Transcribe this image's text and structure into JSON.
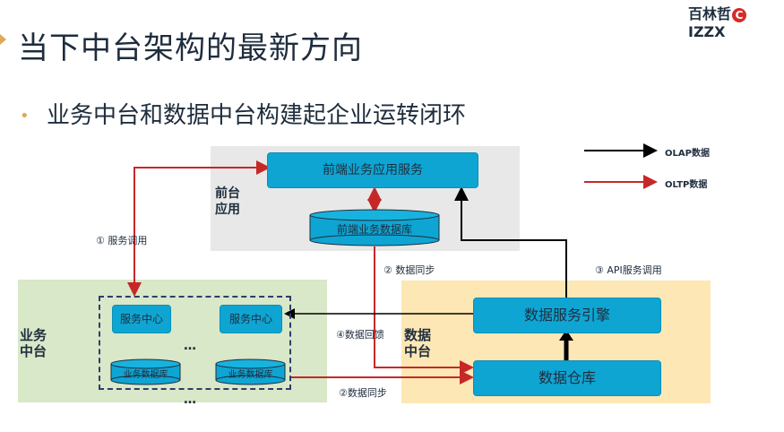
{
  "header": {
    "title": "当下中台架构的最新方向",
    "logo_text": "百林哲",
    "logo_letter": "C",
    "logo_suffix": "IZZX",
    "bullet": "业务中台和数据中台构建起企业运转闭环"
  },
  "legend": {
    "olap": "OLAP数据",
    "oltp": "OLTP数据",
    "olap_color": "#000000",
    "oltp_color": "#c62828"
  },
  "frontend": {
    "label_line1": "前台",
    "label_line2": "应用",
    "app_service": "前端业务应用服务",
    "database": "前端业务数据库"
  },
  "business": {
    "label_line1": "业务",
    "label_line2": "中台",
    "service_center_1": "服务中心",
    "service_center_2": "服务中心",
    "ellipsis_inner": "…",
    "db_1": "业务数据库",
    "db_2": "业务数据库",
    "ellipsis_outer": "…"
  },
  "data_platform": {
    "label_line1": "数据",
    "label_line2": "中台",
    "service_engine": "数据服务引擎",
    "warehouse": "数据仓库"
  },
  "annotations": {
    "service_call": "① 服务调用",
    "data_sync_top": "② 数据同步",
    "api_call": "③ API服务调用",
    "data_feedback": "④数据回馈",
    "data_sync_bottom": "②数据同步"
  }
}
